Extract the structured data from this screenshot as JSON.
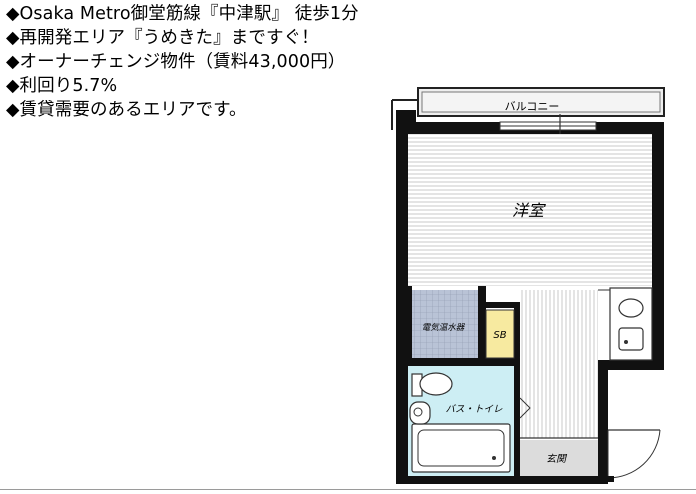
{
  "listing": {
    "lines": [
      "◆Osaka Metro御堂筋線『中津駅』 徒歩1分",
      "◆再開発エリア『うめきた』まですぐ！",
      "◆オーナーチェンジ物件（賃料43,000円）",
      "◆利回り5.7%",
      "◆賃貸需要のあるエリアです。"
    ]
  },
  "floorplan": {
    "balcony": "バルコニー",
    "western_room": "洋室",
    "water_heater": "電気温水器",
    "shoe_box": "SB",
    "bath_toilet": "バス・トイレ",
    "entrance": "玄関"
  },
  "colors": {
    "wall": "#111111",
    "bath_fill": "#cdeef4",
    "heater_fill": "#b9c3d6",
    "floor_lines": "#c8c8c8"
  }
}
